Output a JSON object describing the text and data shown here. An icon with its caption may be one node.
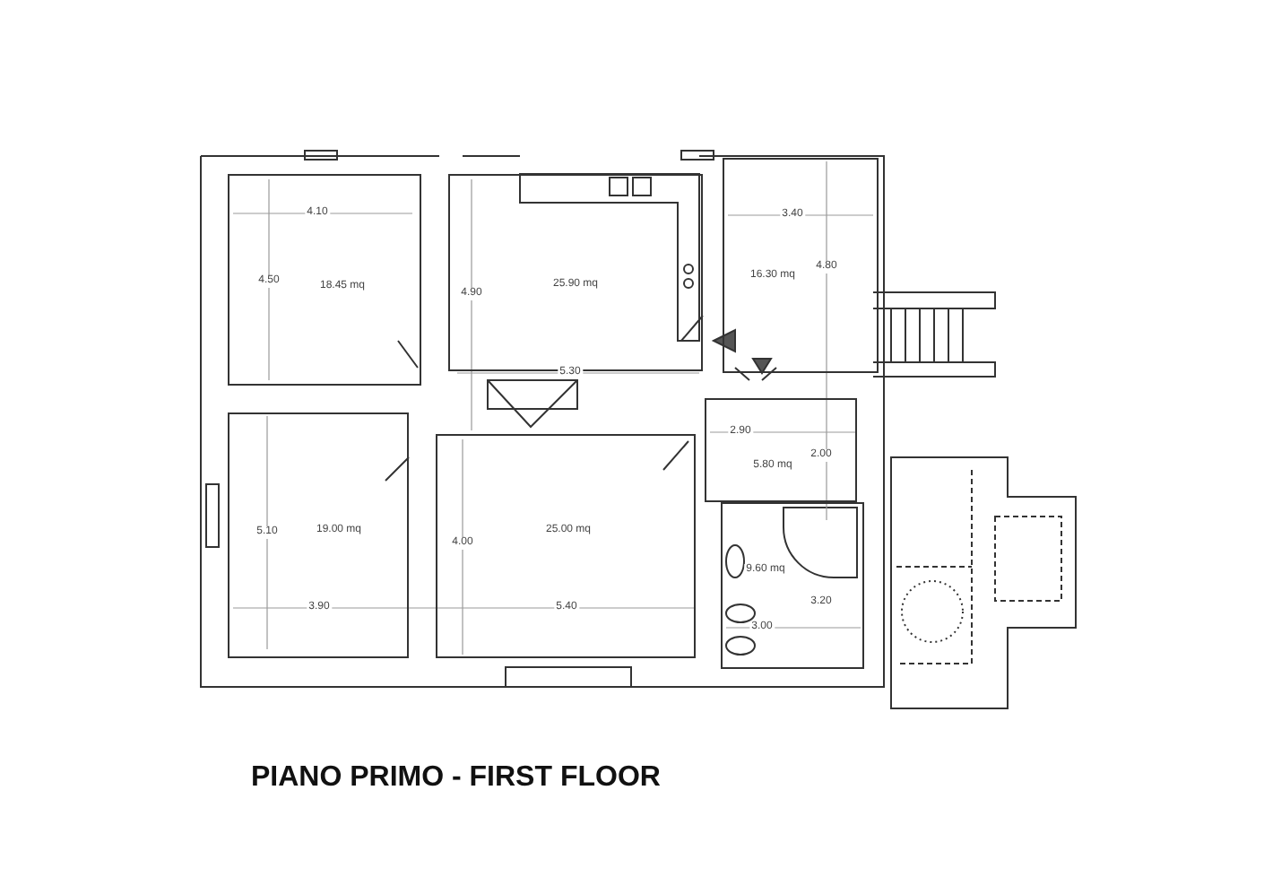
{
  "diagram": {
    "title": "PIANO PRIMO - FIRST FLOOR",
    "nodes": [
      {
        "text": [
          "18.45 mq"
        ]
      },
      {
        "text": [
          "25.90 mq"
        ]
      },
      {
        "text": [
          "16.30 mq"
        ]
      },
      {
        "text": [
          "5.80 mq"
        ]
      },
      {
        "text": [
          "19.00 mq"
        ]
      },
      {
        "text": [
          "25.00 mq"
        ]
      },
      {
        "text": [
          "9.60 mq"
        ]
      }
    ],
    "labels": [
      "4.10",
      "3.40",
      "4.50",
      "4.80",
      "4.90",
      "5.30",
      "2.90",
      "2.00",
      "5.10",
      "4.00",
      "3.20",
      "3.90",
      "5.40",
      "3.00"
    ]
  }
}
